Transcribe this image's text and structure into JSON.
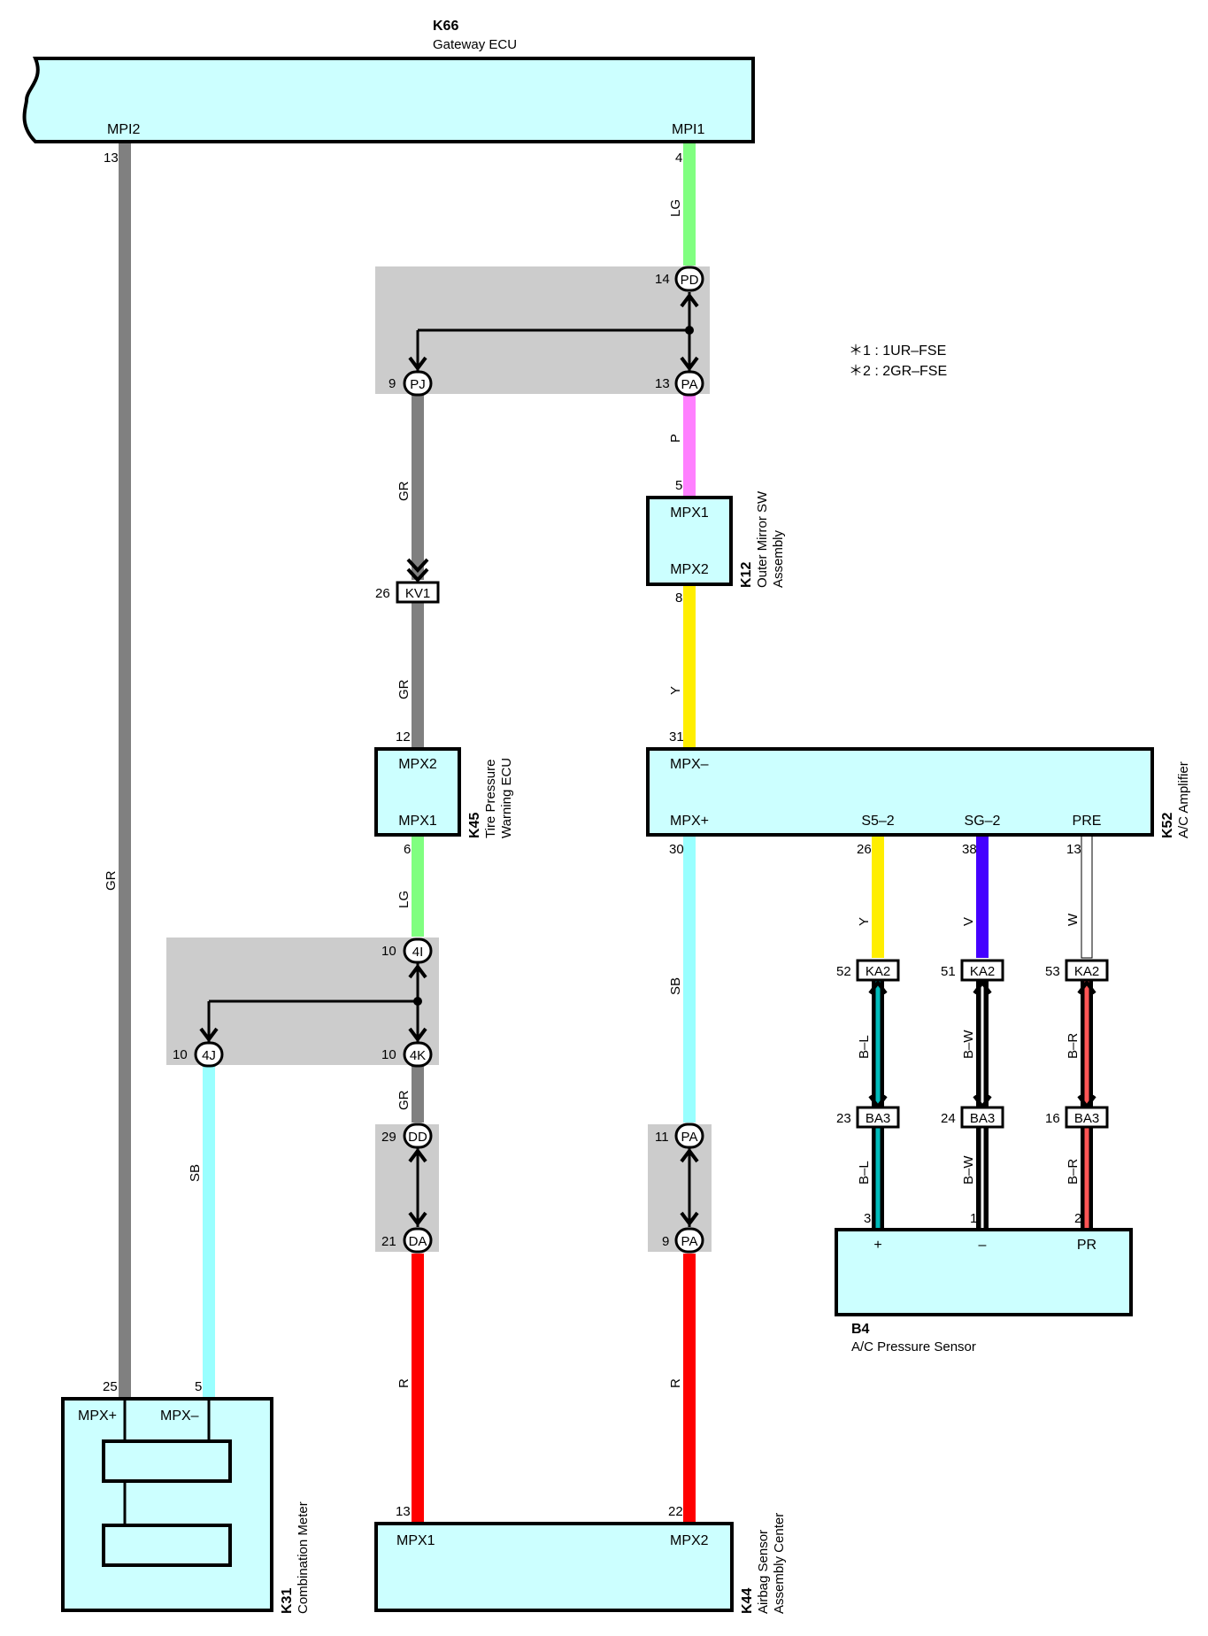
{
  "components": {
    "k66": {
      "code": "K66",
      "name": "Gateway ECU",
      "pins": [
        "MPI2",
        "MPI1"
      ]
    },
    "k12": {
      "code": "K12",
      "name1": "Outer Mirror SW",
      "name2": "Assembly",
      "pins": [
        "MPX1",
        "MPX2"
      ]
    },
    "k45": {
      "code": "K45",
      "name1": "Tire Pressure",
      "name2": "Warning ECU",
      "pins": [
        "MPX2",
        "MPX1"
      ]
    },
    "k52": {
      "code": "K52",
      "name": "A/C Amplifier",
      "pins": [
        "MPX–",
        "MPX+",
        "S5–2",
        "SG–2",
        "PRE"
      ]
    },
    "b4": {
      "code": "B4",
      "name": "A/C Pressure Sensor",
      "pins": [
        "+",
        "–",
        "PR"
      ]
    },
    "k31": {
      "code": "K31",
      "name": "Combination Meter",
      "pins": [
        "MPX+",
        "MPX–"
      ]
    },
    "k44": {
      "code": "K44",
      "name1": "Airbag Sensor",
      "name2": "Assembly Center",
      "pins": [
        "MPX1",
        "MPX2"
      ]
    }
  },
  "notes": [
    "＊1 : 1UR–FSE",
    "＊2 : 2GR–FSE"
  ],
  "wire_colors": {
    "GR": "#808080",
    "LG": "#80ff80",
    "P": "#ff80ff",
    "Y": "#ffee00",
    "SB": "#99ffff",
    "R": "#ff0000",
    "V": "#4400ff",
    "W": "#ffffff",
    "B": "#000000",
    "L": "#00bbbb",
    "redstripe": "#ff5555"
  },
  "wire_labels": [
    "GR",
    "LG",
    "P",
    "GR",
    "Y",
    "GR",
    "LG",
    "SB",
    "Y",
    "V",
    "W",
    "B–L",
    "B–W",
    "B–R",
    "B–L",
    "B–W",
    "B–R",
    "GR",
    "SB",
    "R",
    "R"
  ],
  "connectors": [
    "PD",
    "PJ",
    "PA",
    "KV1",
    "4I",
    "4J",
    "4K",
    "DD",
    "DA",
    "PA",
    "PA",
    "KA2",
    "KA2",
    "KA2",
    "BA3",
    "BA3",
    "BA3"
  ],
  "pin_numbers": [
    "13",
    "4",
    "14",
    "9",
    "13",
    "5",
    "8",
    "26",
    "12",
    "31",
    "6",
    "30",
    "26",
    "38",
    "13",
    "10",
    "10",
    "10",
    "52",
    "51",
    "53",
    "23",
    "24",
    "16",
    "29",
    "11",
    "21",
    "9",
    "3",
    "1",
    "2",
    "25",
    "5",
    "13",
    "22"
  ]
}
